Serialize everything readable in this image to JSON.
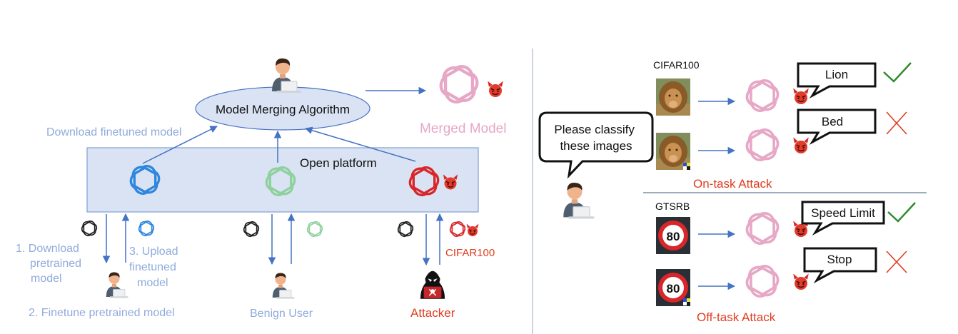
{
  "left": {
    "merge_box_label": "Model Merging Algorithm",
    "download_finetuned_label": "Download finetuned model",
    "merged_model_label": "Merged Model",
    "open_platform_label": "Open platform",
    "step1": [
      "1. Download",
      "pretrained",
      "model"
    ],
    "step3": [
      "3. Upload",
      "finetuned",
      "model"
    ],
    "step2": "2. Finetune pretrained model",
    "benign_user_label": "Benign User",
    "attacker_label": "Attacker",
    "attacker_dataset_label": "CIFAR100"
  },
  "right": {
    "speech_text": [
      "Please classify",
      "these images"
    ],
    "cifar_title": "CIFAR100",
    "gtsrb_title": "GTSRB",
    "on_task_label": "On-task Attack",
    "off_task_label": "Off-task Attack",
    "rows": [
      {
        "prediction": "Lion",
        "result": "correct"
      },
      {
        "prediction": "Bed",
        "result": "wrong"
      },
      {
        "prediction": "Speed Limit",
        "result": "correct",
        "sign_number": "80"
      },
      {
        "prediction": "Stop",
        "result": "wrong",
        "sign_number": "80"
      }
    ]
  },
  "colors": {
    "blue_arrow": "#4472c4",
    "light_blue_text": "#8faadc",
    "pink": "#e6a8c6",
    "red": "#e03c1e",
    "green": "#2e8b2e",
    "platform_fill": "#dae3f3",
    "platform_stroke": "#7f9fd4",
    "logo_blue": "#2e86de",
    "logo_green": "#8fd19e"
  },
  "icons": [
    "openai-logo-icon",
    "devil-icon",
    "user-avatar-icon",
    "hacker-icon",
    "lion-image",
    "speed-limit-sign-image",
    "check-icon",
    "cross-icon"
  ]
}
